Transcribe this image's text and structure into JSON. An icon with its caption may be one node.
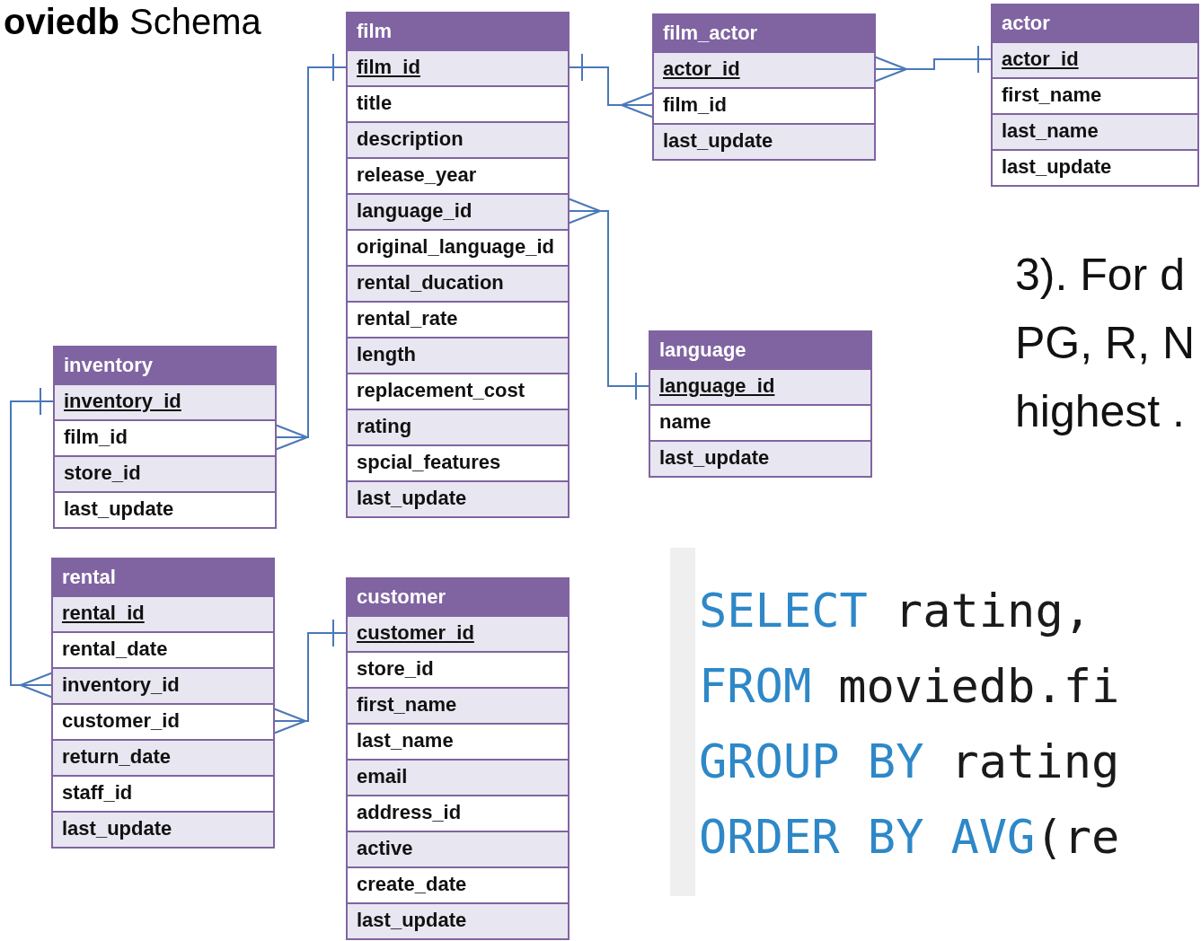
{
  "diagram": {
    "title": "**oviedb** Schema",
    "nodes": [
      {
        "text": [
          "film"
        ]
      },
      {
        "text": [
          "film_id"
        ],
        "in": 0
      },
      {
        "text": [
          "title"
        ],
        "in": 0
      },
      {
        "text": [
          "description"
        ],
        "in": 0
      },
      {
        "text": [
          "release_year"
        ],
        "in": 0
      },
      {
        "text": [
          "language_id"
        ],
        "in": 0
      },
      {
        "text": [
          "original_language_id"
        ],
        "in": 0
      },
      {
        "text": [
          "rental_ducation"
        ],
        "in": 0
      },
      {
        "text": [
          "rental_rate"
        ],
        "in": 0
      },
      {
        "text": [
          "length"
        ],
        "in": 0
      },
      {
        "text": [
          "replacement_cost"
        ],
        "in": 0
      },
      {
        "text": [
          "rating"
        ],
        "in": 0
      },
      {
        "text": [
          "spcial_features"
        ],
        "in": 0
      },
      {
        "text": [
          "last_update"
        ],
        "in": 0
      },
      {
        "text": [
          "film_actor"
        ]
      },
      {
        "text": [
          "actor_id"
        ],
        "in": 14
      },
      {
        "text": [
          "film_id"
        ],
        "in": 14
      },
      {
        "text": [
          "last_update"
        ],
        "in": 14
      },
      {
        "text": [
          "actor"
        ]
      },
      {
        "text": [
          "actor_id"
        ],
        "in": 18
      },
      {
        "text": [
          "first_name"
        ],
        "in": 18
      },
      {
        "text": [
          "last_name"
        ],
        "in": 18
      },
      {
        "text": [
          "last_update"
        ],
        "in": 18
      },
      {
        "text": [
          "inventory"
        ]
      },
      {
        "text": [
          "inventory_id"
        ],
        "in": 23
      },
      {
        "text": [
          "film_id"
        ],
        "in": 23
      },
      {
        "text": [
          "store_id"
        ],
        "in": 23
      },
      {
        "text": [
          "last_update"
        ],
        "in": 23
      },
      {
        "text": [
          "language"
        ]
      },
      {
        "text": [
          "language_id"
        ],
        "in": 28
      },
      {
        "text": [
          "name"
        ],
        "in": 28
      },
      {
        "text": [
          "last_update"
        ],
        "in": 28
      },
      {
        "text": [
          "rental"
        ]
      },
      {
        "text": [
          "rental_id"
        ],
        "in": 32
      },
      {
        "text": [
          "rental_date"
        ],
        "in": 32
      },
      {
        "text": [
          "inventory_id"
        ],
        "in": 32
      },
      {
        "text": [
          "customer_id"
        ],
        "in": 32
      },
      {
        "text": [
          "return_date"
        ],
        "in": 32
      },
      {
        "text": [
          "staff_id"
        ],
        "in": 32
      },
      {
        "text": [
          "last_update"
        ],
        "in": 32
      },
      {
        "text": [
          "customer"
        ]
      },
      {
        "text": [
          "customer_id"
        ],
        "in": 40
      },
      {
        "text": [
          "store_id"
        ],
        "in": 40
      },
      {
        "text": [
          "first_name"
        ],
        "in": 40
      },
      {
        "text": [
          "last_name"
        ],
        "in": 40
      },
      {
        "text": [
          "email"
        ],
        "in": 40
      },
      {
        "text": [
          "address_id"
        ],
        "in": 40
      },
      {
        "text": [
          "active"
        ],
        "in": 40
      },
      {
        "text": [
          "create_date"
        ],
        "in": 40
      },
      {
        "text": [
          "last_update"
        ],
        "in": 40
      }
    ],
    "edges": [
      {
        "from": 16,
        "to": 1,
        "arrow": "other"
      },
      {
        "from": 15,
        "to": 19,
        "arrow": "other"
      },
      {
        "from": 5,
        "to": 29,
        "arrow": "other"
      },
      {
        "from": 25,
        "to": 1,
        "arrow": "other"
      },
      {
        "from": 35,
        "to": 24,
        "arrow": "other"
      },
      {
        "from": 36,
        "to": 41,
        "arrow": "other"
      }
    ],
    "labels": [
      "3). For d",
      "PG, R, N",
      "highest .",
      "SELECT",
      "rating,",
      "FROM",
      "moviedb.fi",
      "GROUP BY",
      "rating",
      "ORDER BY",
      "AVG",
      "(re"
    ]
  }
}
